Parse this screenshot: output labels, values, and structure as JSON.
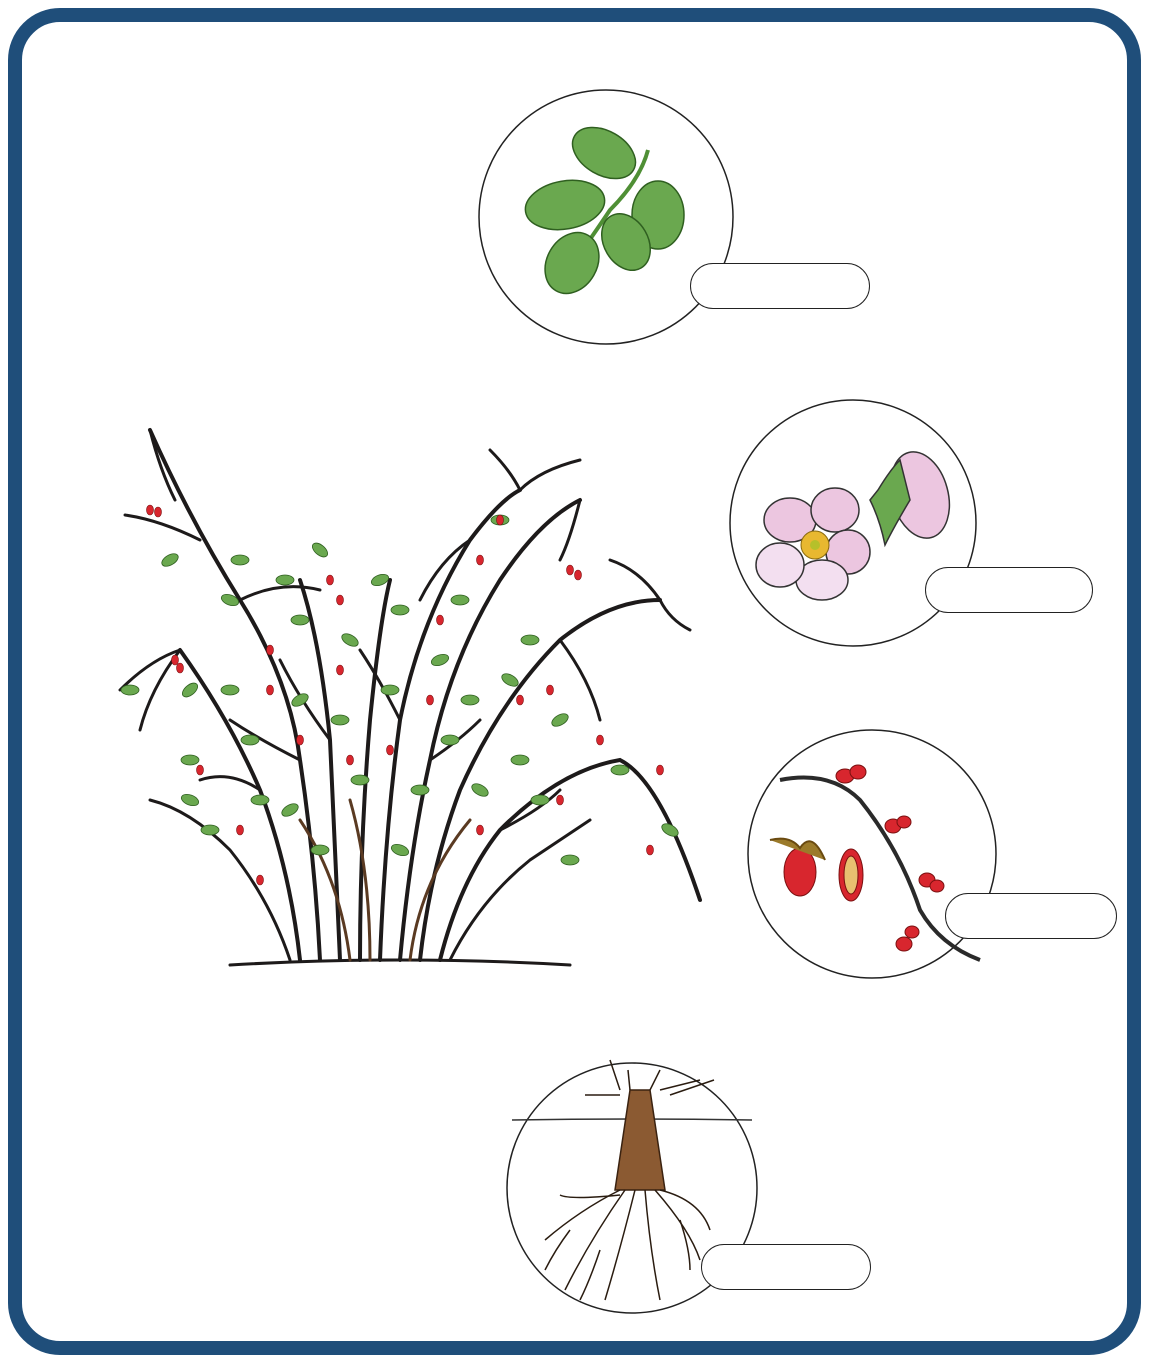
{
  "worksheet": {
    "colors": {
      "frame": "#1f4e7a",
      "leaf": "#6aa84f",
      "leaf_dark": "#3f7f2a",
      "branch": "#1d1a1a",
      "berry": "#d8262e",
      "petal": "#ecc6e0",
      "root": "#5a3a22"
    },
    "parts": [
      {
        "id": "leaf",
        "icon": "rose-leaf-icon",
        "answer": ""
      },
      {
        "id": "flower",
        "icon": "rose-flower-icon",
        "answer": ""
      },
      {
        "id": "fruit",
        "icon": "rose-hip-icon",
        "answer": ""
      },
      {
        "id": "root",
        "icon": "root-icon",
        "answer": ""
      }
    ]
  }
}
